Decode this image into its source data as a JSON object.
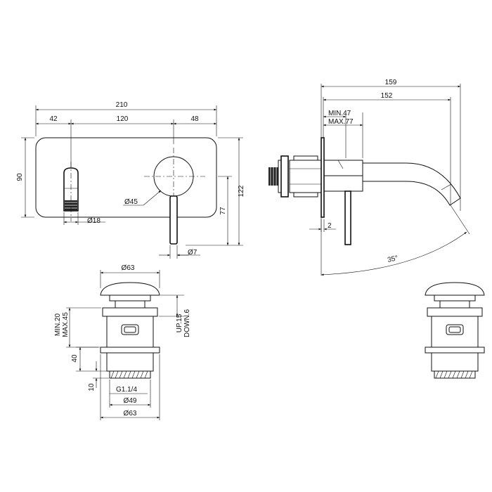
{
  "front_view": {
    "overall_width": "210",
    "left_offset": "42",
    "center_distance": "120",
    "right_offset": "48",
    "plate_height": "90",
    "overall_height": "122",
    "lever_axis_height": "77",
    "spout_diameter": "Ø18",
    "knob_diameter": "Ø45",
    "lever_diameter": "Ø7"
  },
  "side_view": {
    "overall_depth": "159",
    "spout_projection": "152",
    "min_depth": "MIN.47",
    "max_depth": "MAX.77",
    "plate_thickness": "2",
    "swivel_angle": "35°"
  },
  "drain_view": {
    "cap_diameter": "Ø63",
    "min_height": "MIN.20",
    "max_height": "MAX.45",
    "travel_up": "UP.15",
    "travel_down": "DOWN.6",
    "body_height": "40",
    "thread_height": "10",
    "thread_spec": "G1.1/4",
    "thread_diameter": "Ø49",
    "flange_diameter": "Ø63"
  }
}
